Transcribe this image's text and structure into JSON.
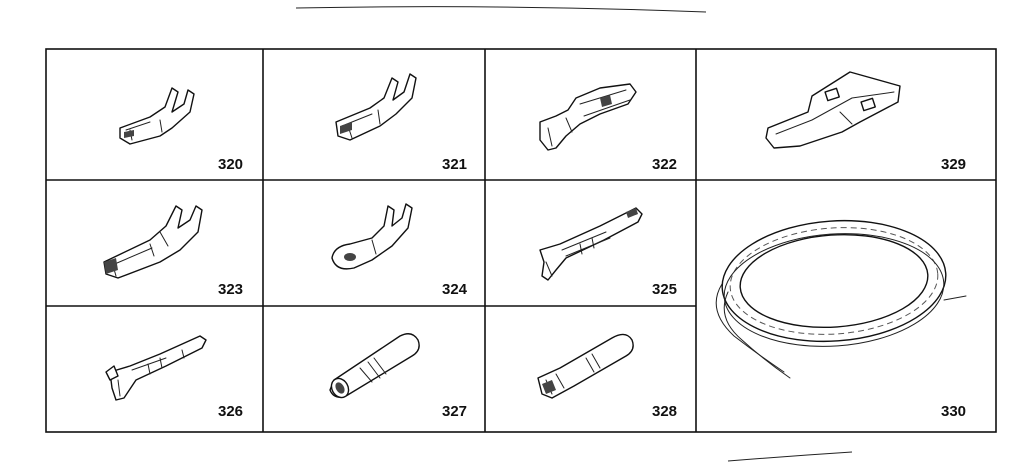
{
  "parts": [
    {
      "id": "p320",
      "number": "320"
    },
    {
      "id": "p321",
      "number": "321"
    },
    {
      "id": "p322",
      "number": "322"
    },
    {
      "id": "p329",
      "number": "329"
    },
    {
      "id": "p323",
      "number": "323"
    },
    {
      "id": "p324",
      "number": "324"
    },
    {
      "id": "p325",
      "number": "325"
    },
    {
      "id": "p326",
      "number": "326"
    },
    {
      "id": "p327",
      "number": "327"
    },
    {
      "id": "p328",
      "number": "328"
    },
    {
      "id": "p330",
      "number": "330"
    }
  ]
}
